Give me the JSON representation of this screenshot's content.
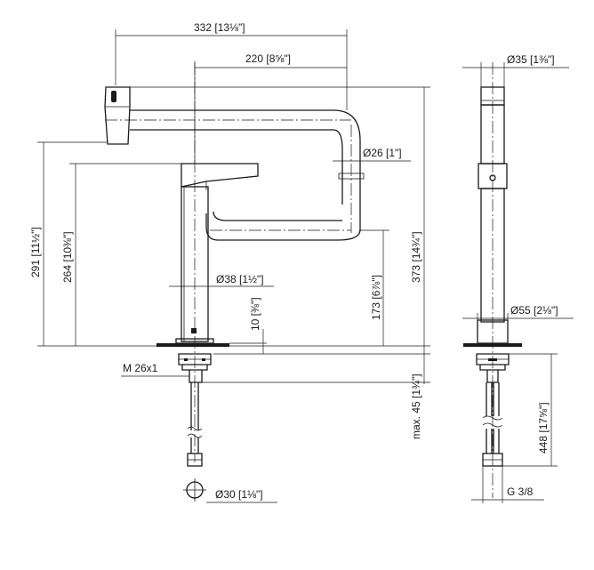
{
  "labels": {
    "d332": "332 [13⅛\"]",
    "d220": "220 [8⅝\"]",
    "d373": "373 [14¾\"]",
    "d291": "291 [11½\"]",
    "d264": "264 [10⅜\"]",
    "d173": "173 [6⅞\"]",
    "d10": "10 [⅜\"]",
    "max45": "max. 45 [1¾\"]",
    "d448": "448 [17⅝\"]",
    "dia26": "Ø26 [1\"]",
    "dia38": "Ø38 [1½\"]",
    "dia35": "Ø35 [1⅜\"]",
    "dia55": "Ø55 [2⅛\"]",
    "dia30": "Ø30 [1⅛\"]",
    "thread_m": "M 26x1",
    "thread_g": "G 3/8"
  }
}
